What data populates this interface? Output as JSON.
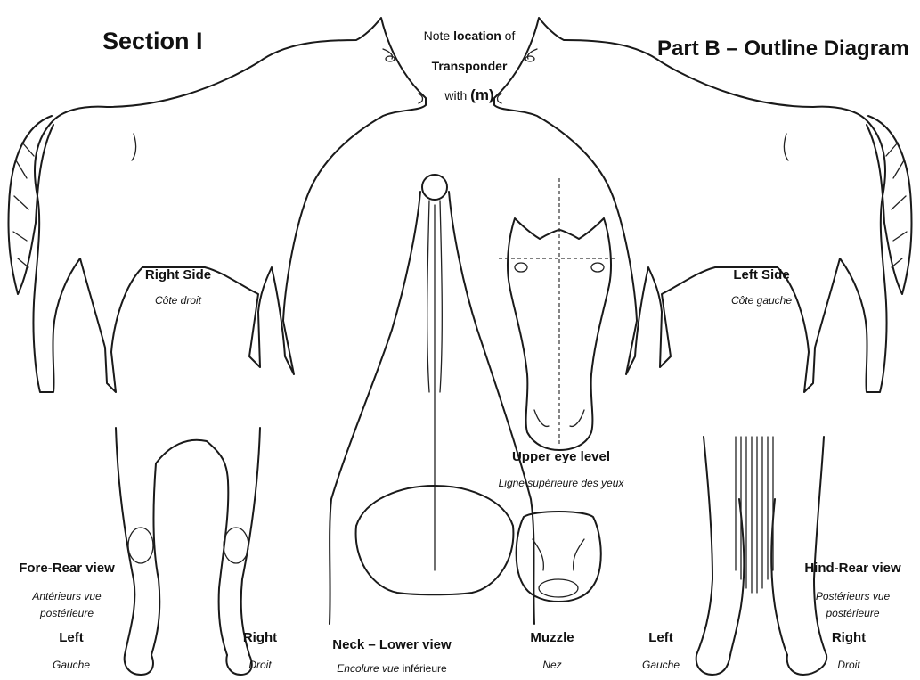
{
  "headers": {
    "section": "Section I",
    "part": "Part B – Outline Diagram"
  },
  "note": {
    "line1_a": "Note ",
    "line1_b": "location",
    "line1_c": " of",
    "line2": "Transponder",
    "line3_a": "with ",
    "line3_b": "(m)"
  },
  "views": {
    "right_side": {
      "en": "Right Side",
      "fr": "Côte droit"
    },
    "left_side": {
      "en": "Left Side",
      "fr": "Côte gauche"
    },
    "fore_rear": {
      "en": "Fore-Rear view",
      "fr_line1": "Antérieurs vue",
      "fr_line2": "postérieure"
    },
    "hind_rear": {
      "en": "Hind-Rear view",
      "fr_line1": "Postérieurs vue",
      "fr_line2": "postérieure"
    },
    "neck": {
      "en": "Neck – Lower view",
      "fr_a": "Encolure vue",
      "fr_b": " inférieure"
    },
    "upper_eye": {
      "en": "Upper eye level",
      "fr": "Ligne supérieure des yeux"
    },
    "muzzle": {
      "en": "Muzzle",
      "fr": "Nez"
    }
  },
  "sides": {
    "left_en": "Left",
    "left_fr": "Gauche",
    "right_en": "Right",
    "right_fr": "Droit"
  }
}
